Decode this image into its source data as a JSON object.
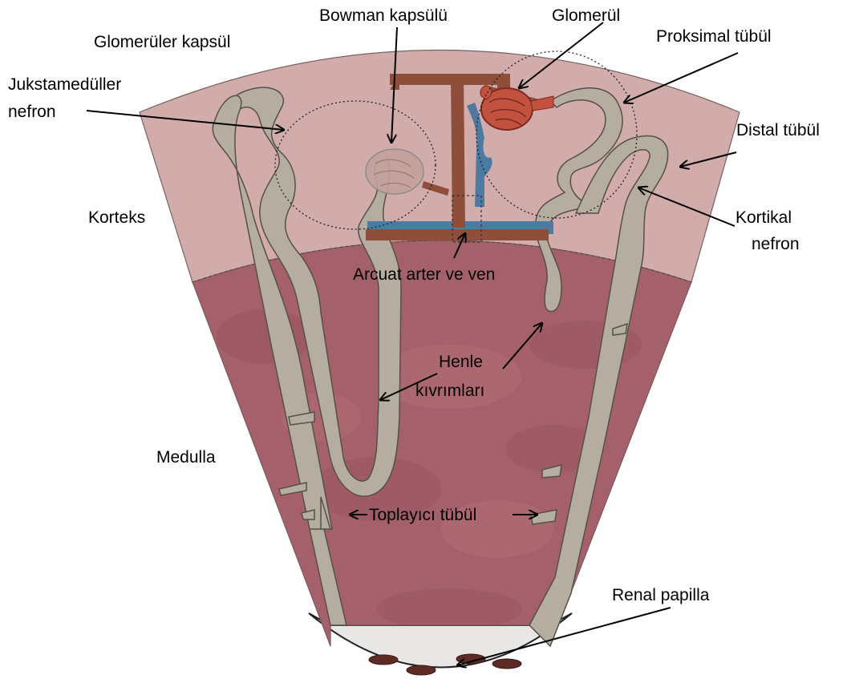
{
  "labels": {
    "bowman_capsule": "Bowman kapsülü",
    "glomerulus": "Glomerül",
    "glomerular_capsule": "Glomerüler kapsül",
    "proximal_tubule": "Proksimal tübül",
    "juxtamedullary_line1": "Jukstamedüller",
    "juxtamedullary_line2": "nefron",
    "distal_tubule": "Distal tübül",
    "cortex": "Korteks",
    "cortical_line1": "Kortikal",
    "cortical_line2": "nefron",
    "arcuate": "Arcuat arter ve ven",
    "henle_line1": "Henle",
    "henle_line2": "kıvrımları",
    "medulla": "Medulla",
    "collecting_duct": "Toplayıcı tübül",
    "renal_papilla": "Renal papilla"
  },
  "colors": {
    "cortex": "#d2abab",
    "medulla": "#a5616b",
    "papilla": "#e9e6e6",
    "tubule_fill": "#b5aea0",
    "tubule_stroke": "#555048",
    "artery": "#8e4e3a",
    "vein": "#4c7aa2",
    "glomerulus": "#c3513f"
  }
}
